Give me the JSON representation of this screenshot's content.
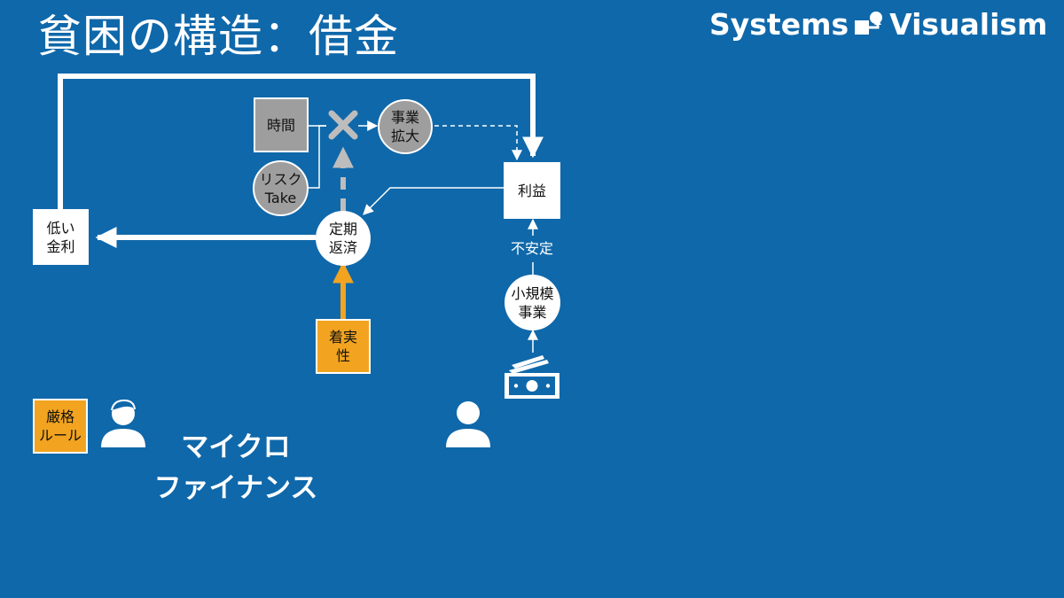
{
  "slide": {
    "title": "貧困の構造：借金",
    "brand": {
      "word1": "Systems",
      "word2": "Visualism",
      "logo_icon": "systems-visualism-logo-icon"
    }
  },
  "nodes": {
    "time": {
      "lines": [
        "時間"
      ],
      "shape": "square",
      "fill": "#9e9e9e"
    },
    "risk_take": {
      "lines": [
        "リスク",
        "Take"
      ],
      "shape": "circle",
      "fill": "#9e9e9e"
    },
    "business_expansion": {
      "lines": [
        "事業",
        "拡大"
      ],
      "shape": "circle",
      "fill": "#9e9e9e"
    },
    "profit": {
      "lines": [
        "利益"
      ],
      "shape": "square",
      "fill": "#ffffff"
    },
    "low_interest": {
      "lines": [
        "低い",
        "金利"
      ],
      "shape": "square",
      "fill": "#ffffff"
    },
    "regular_repayment": {
      "lines": [
        "定期",
        "返済"
      ],
      "shape": "circle",
      "fill": "#ffffff"
    },
    "steadiness": {
      "lines": [
        "着実",
        "性"
      ],
      "shape": "square",
      "fill": "#f2a420"
    },
    "small_business": {
      "lines": [
        "小規模",
        "事業"
      ],
      "shape": "circle",
      "fill": "#ffffff"
    },
    "strict_rules": {
      "lines": [
        "厳格",
        "ルール"
      ],
      "shape": "square",
      "fill": "#f2a420"
    }
  },
  "labels": {
    "unstable": "不安定",
    "microfinance": [
      "マイクロ",
      "ファイナンス"
    ]
  },
  "icons": {
    "blocked": "cross-icon",
    "money": "banknote-icon",
    "lender": "person-with-hair-icon",
    "borrower": "person-icon"
  },
  "colors": {
    "background": "#0f68aa",
    "accent_orange": "#f2a420",
    "gray": "#9e9e9e",
    "white": "#ffffff"
  }
}
